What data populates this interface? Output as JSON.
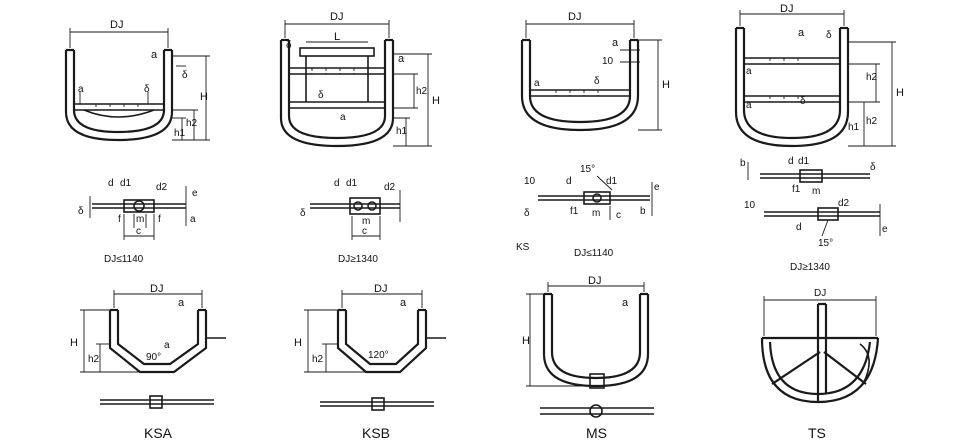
{
  "labels": {
    "dj": "DJ",
    "a": "a",
    "delta": "δ",
    "h": "H",
    "h1": "h1",
    "h2": "h2",
    "l": "L",
    "ten": "10",
    "d": "d",
    "d1": "d1",
    "d2": "d2",
    "e": "e",
    "f": "f",
    "f1": "f1",
    "m": "m",
    "c": "c",
    "b": "b",
    "deg15": "15°",
    "deg90": "90°",
    "deg120": "120°"
  },
  "notes": {
    "ksa_small": "DJ≤1140",
    "ksb_large": "DJ≥1340",
    "ks_small": "DJ≤1140",
    "ks_large": "DJ≥1340",
    "ks_side": "KS"
  },
  "captions": {
    "ksa": "KSA",
    "ksb": "KSB",
    "ms": "MS",
    "ts": "TS"
  }
}
